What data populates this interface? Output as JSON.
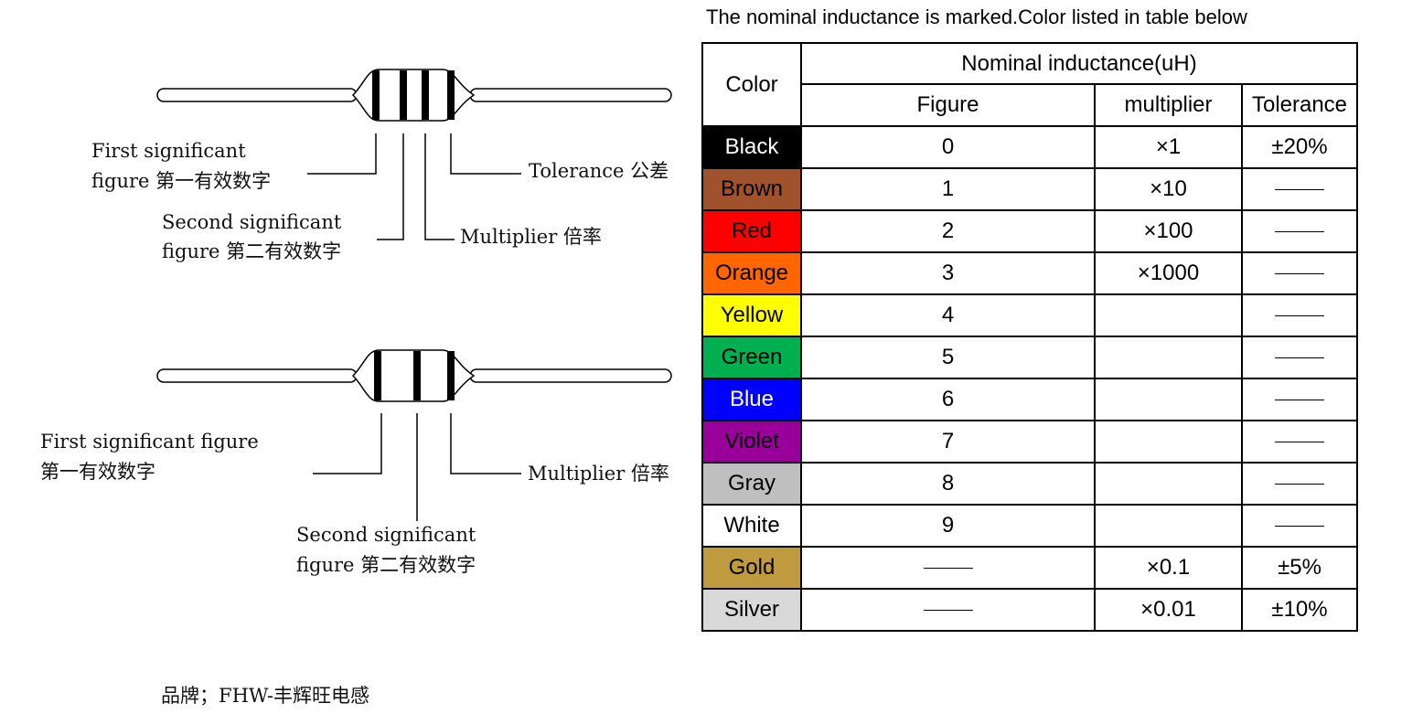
{
  "diagram": {
    "four_band": {
      "labels": {
        "first_line1": "First significant",
        "first_line2": "figure 第一有效数字",
        "second_line1": "Second significant",
        "second_line2": "figure 第二有效数字",
        "multiplier": "Multiplier 倍率",
        "tolerance": "Tolerance 公差"
      }
    },
    "three_band": {
      "labels": {
        "first_line1": "First significant figure",
        "first_line2": "第一有效数字",
        "second_line1": "Second significant",
        "second_line2": "figure 第二有效数字",
        "multiplier": "Multiplier 倍率"
      }
    }
  },
  "table": {
    "caption": "The nominal inductance is marked.Color listed in table below",
    "header": {
      "color": "Color",
      "group": "Nominal inductance(uH)",
      "figure": "Figure",
      "multiplier": "multiplier",
      "tolerance": "Tolerance"
    },
    "rows": [
      {
        "color": "Black",
        "bg": "#000000",
        "fg": "#ffffff",
        "figure": "0",
        "multiplier": "×1",
        "tolerance": "±20%"
      },
      {
        "color": "Brown",
        "bg": "#a0522d",
        "fg": "#000000",
        "figure": "1",
        "multiplier": "×10",
        "tolerance": "dash"
      },
      {
        "color": "Red",
        "bg": "#ff0000",
        "fg": "#000000",
        "figure": "2",
        "multiplier": "×100",
        "tolerance": "dash"
      },
      {
        "color": "Orange",
        "bg": "#ff6600",
        "fg": "#000000",
        "figure": "3",
        "multiplier": "×1000",
        "tolerance": "dash"
      },
      {
        "color": "Yellow",
        "bg": "#ffff00",
        "fg": "#000000",
        "figure": "4",
        "multiplier": "",
        "tolerance": "dash"
      },
      {
        "color": "Green",
        "bg": "#00b050",
        "fg": "#000000",
        "figure": "5",
        "multiplier": "",
        "tolerance": "dash"
      },
      {
        "color": "Blue",
        "bg": "#0000ff",
        "fg": "#ffffff",
        "figure": "6",
        "multiplier": "",
        "tolerance": "dash"
      },
      {
        "color": "Violet",
        "bg": "#990099",
        "fg": "#000000",
        "figure": "7",
        "multiplier": "",
        "tolerance": "dash"
      },
      {
        "color": "Gray",
        "bg": "#bfbfbf",
        "fg": "#000000",
        "figure": "8",
        "multiplier": "",
        "tolerance": "dash"
      },
      {
        "color": "White",
        "bg": "#ffffff",
        "fg": "#000000",
        "figure": "9",
        "multiplier": "",
        "tolerance": "dash"
      },
      {
        "color": "Gold",
        "bg": "#c09a3e",
        "fg": "#000000",
        "figure": "dash",
        "multiplier": "×0.1",
        "tolerance": "±5%"
      },
      {
        "color": "Silver",
        "bg": "#d9d9d9",
        "fg": "#000000",
        "figure": "dash",
        "multiplier": "×0.01",
        "tolerance": "±10%"
      }
    ]
  },
  "footer": {
    "brand": "品牌；FHW-丰辉旺电感"
  }
}
